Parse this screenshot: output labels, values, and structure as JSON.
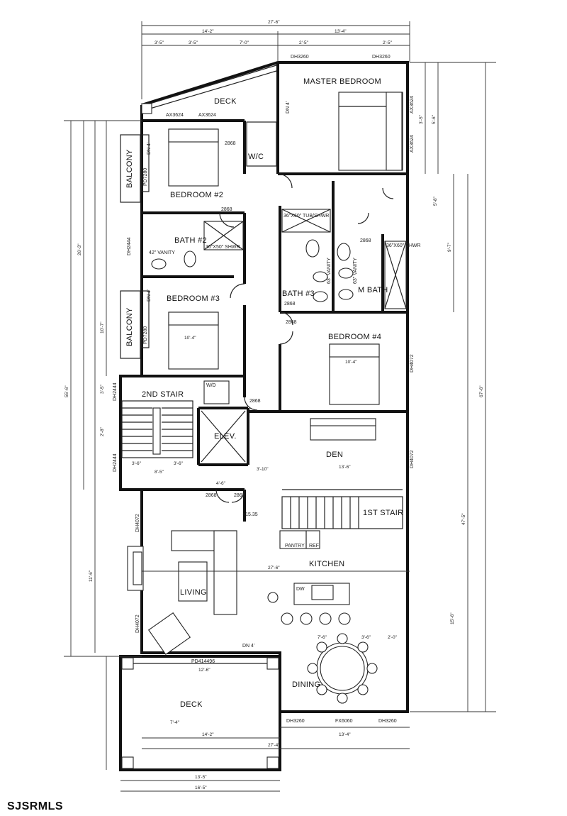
{
  "watermark": "SJSRMLS",
  "rooms": {
    "deck_top": "DECK",
    "master_bedroom": "MASTER BEDROOM",
    "wic": "W/C",
    "bedroom2": "BEDROOM #2",
    "bath2": "BATH #2",
    "bedroom3": "BEDROOM #3",
    "bath3": "BATH #3",
    "m_bath": "M BATH",
    "bedroom4": "BEDROOM #4",
    "stair2": "2ND STAIR",
    "elev": "ELEV.",
    "den": "DEN",
    "stair1": "1ST STAIR",
    "kitchen": "KITCHEN",
    "living": "LIVING",
    "dining": "DINING",
    "deck_bottom": "DECK",
    "balcony_top": "BALCONY",
    "balcony_bottom": "BALCONY"
  },
  "labels": {
    "dh3260_a": "DH3260",
    "dh3260_b": "DH3260",
    "ax3624_a": "AX3624",
    "ax3624_b": "AX3624",
    "ax3624_c": "AX3624",
    "ax3624_d": "AX3624",
    "dn4_a": "DN 4'",
    "dn4_b": "DN 4'",
    "dn4_c": "DN 4'",
    "dn4_d": "DN 4'",
    "d2868_a": "2868",
    "d2868_b": "2868",
    "d2868_c": "2868",
    "d2868_d": "2868",
    "d2868_e": "2868",
    "d2868_f": "2868",
    "d2868_g": "2868",
    "d2868_h": "2868",
    "tub": "36\"X60\" TUB/SHWR",
    "shwr2": "36\"X50\" SHWR",
    "shwr_m": "36\"X60\" SHWR",
    "vanity42": "42\" VANITY",
    "vanity63a": "63\" VANITY",
    "vanity63b": "63\" VANITY",
    "dh2444_a": "DH2444",
    "dh2444_b": "DH2444",
    "dh2444_c": "DH2444",
    "dh4072_a": "DH4072",
    "dh4072_b": "DH4072",
    "dh4072_c": "DH4072",
    "dh4072_d": "DH4072",
    "pd_a": "PD7280",
    "pd_b": "PD7280",
    "elev_mark": "+15.35",
    "pantry": "PANTRY",
    "ref": "REF",
    "dw": "DW",
    "pd4": "PD414496",
    "fx6060": "FX6060",
    "dh3260_c": "DH3260",
    "dh3260_d": "DH3260",
    "wd": "W/D"
  },
  "dims": {
    "top_total": "27'-6\"",
    "top_left": "14'-2\"",
    "top_right": "13'-4\"",
    "t1": "3'-5\"",
    "t2": "3'-5\"",
    "t3": "7'-0\"",
    "t4": "2'-5\"",
    "t5": "2'-5\"",
    "left_total": "55'-6\"",
    "right_total": "67'-6\"",
    "right_mid": "47'-5\"",
    "br2_w": "10'-4\"",
    "br4_w": "10'-4\"",
    "den_w": "13'-6\"",
    "kitchen_w": "27'-6\"",
    "deck_w": "12'-6\"",
    "deck_d": "7'-4\"",
    "bottom_total": "27'-4\"",
    "bottom_left": "14'-2\"",
    "bottom_right": "13'-4\"",
    "btm_a": "13'-5\"",
    "btm_b": "16'-5\"",
    "l1": "26'-3\"",
    "l2": "11'-6\"",
    "l3": "10'-7\"",
    "l4": "3'-5\"",
    "l5": "2'-8\"",
    "r1": "5'-6\"",
    "r2": "3'-5\"",
    "r3": "9'-7\"",
    "r4": "5'-8\"",
    "r5": "15'-6\"",
    "stair_a": "3'-6\"",
    "stair_b": "3'-6\"",
    "stair_c": "8'-5\"",
    "elev_w": "4'-6\"",
    "den_h": "3'-10\"",
    "kit_a": "7'-6\"",
    "kit_b": "3'-6\"",
    "kit_c": "2'-0\""
  }
}
